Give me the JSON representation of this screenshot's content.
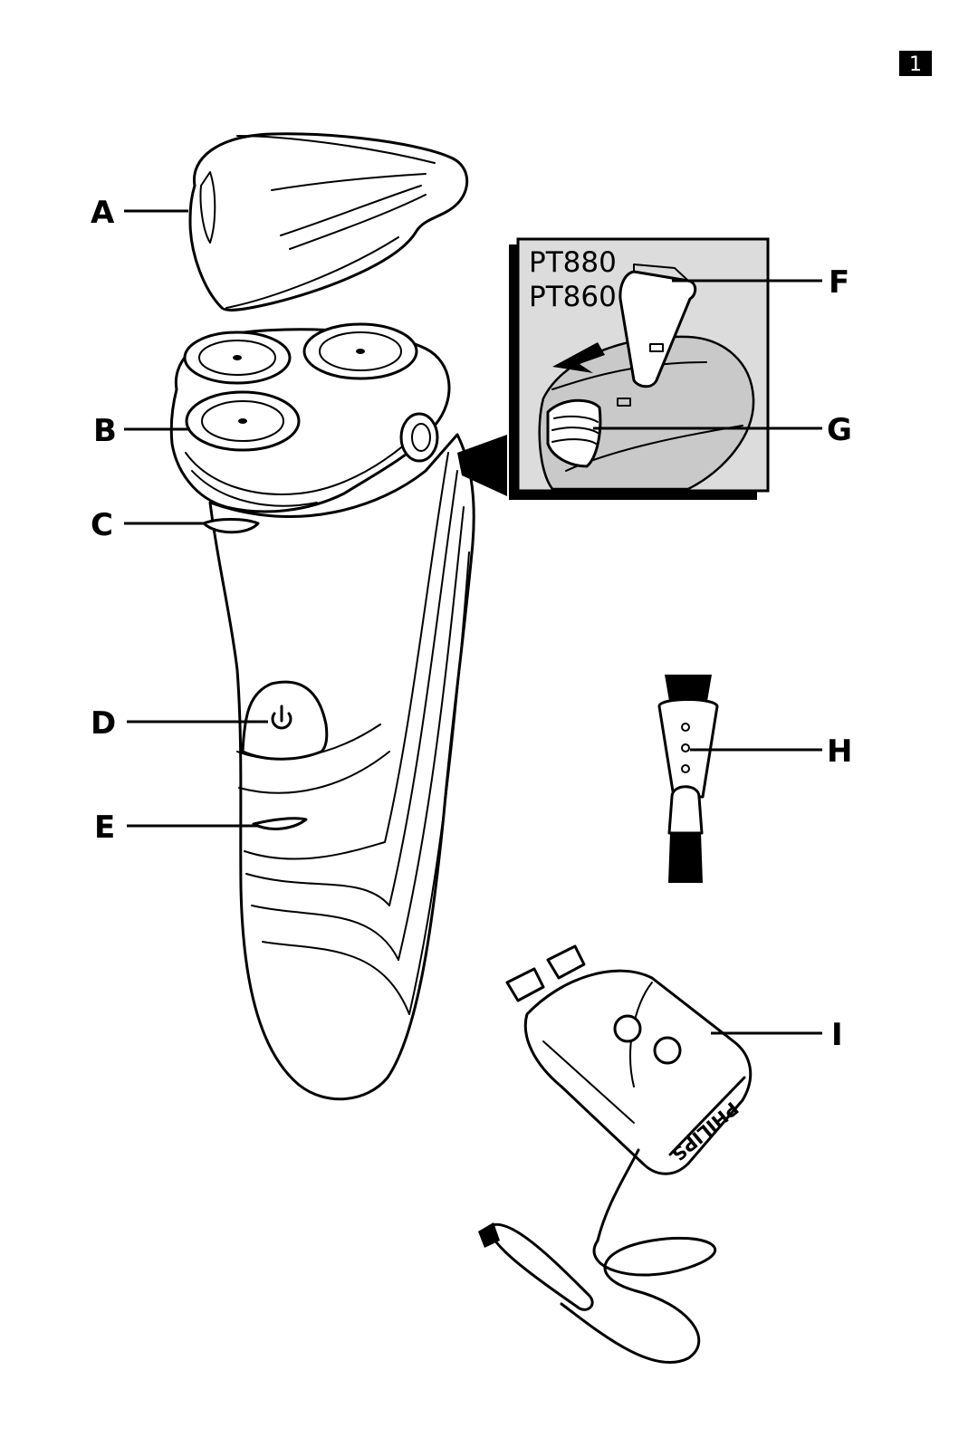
{
  "page_number": "1",
  "inset": {
    "models": [
      "PT880",
      "PT860"
    ]
  },
  "labels": {
    "A": "A",
    "B": "B",
    "C": "C",
    "D": "D",
    "E": "E",
    "F": "F",
    "G": "G",
    "H": "H",
    "I": "I"
  },
  "adapter_brand": "PHILIPS",
  "colors": {
    "ink": "#000000",
    "inset_fill": "#dcdcdc",
    "shade": "#c9c9c9"
  }
}
